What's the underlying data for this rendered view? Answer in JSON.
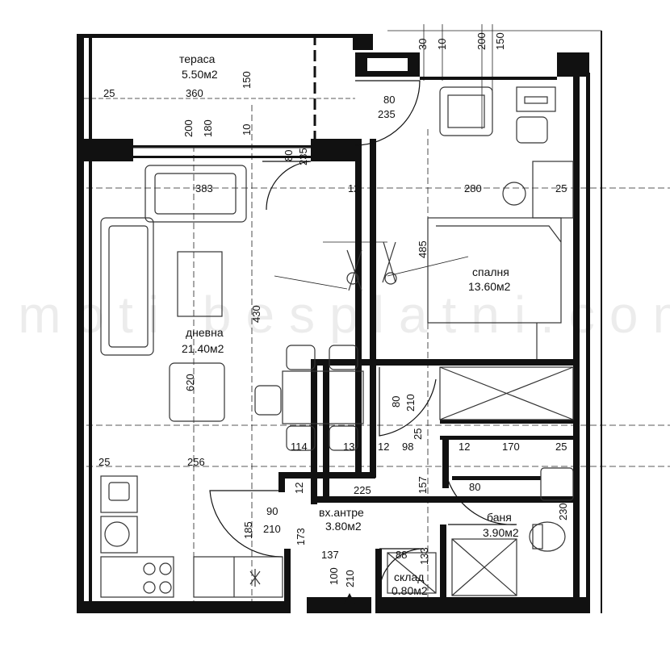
{
  "rooms": {
    "terrace": {
      "name": "тераса",
      "area": "5.50м2"
    },
    "living": {
      "name": "дневна",
      "area": "21.40м2"
    },
    "bedroom": {
      "name": "спалня",
      "area": "13.60м2"
    },
    "entry": {
      "name": "вх.антре",
      "area": "3.80м2"
    },
    "bath": {
      "name": "баня",
      "area": "3.90м2"
    },
    "storage": {
      "name": "склад",
      "area": "0.80м2"
    }
  },
  "dims": {
    "d30": "30",
    "d10": "10",
    "d200": "200",
    "d150": "150",
    "d25a": "25",
    "d360": "360",
    "d150b": "150",
    "d80top": "80",
    "d235top": "235",
    "d200b": "200",
    "d180": "180",
    "d10b": "10",
    "d80mid": "80",
    "d235mid": "235",
    "d383": "383",
    "d12a": "12",
    "d280": "280",
    "d25b": "25",
    "d485": "485",
    "d430": "430",
    "d620": "620",
    "d80bath": "80",
    "d210bath": "210",
    "d114": "114",
    "d13": "13",
    "d12b": "12",
    "d98": "98",
    "d12c": "12",
    "d170": "170",
    "d25c": "25",
    "d25d": "25",
    "d25e": "25",
    "d256": "256",
    "d225": "225",
    "d157": "157",
    "d80e": "80",
    "d230": "230",
    "d90": "90",
    "d210a": "210",
    "d185": "185",
    "d173": "173",
    "d137": "137",
    "d12v": "12",
    "d100": "100",
    "d210e": "210",
    "d88": "88",
    "d133": "133"
  },
  "watermark": "imoti  besplatni.com"
}
